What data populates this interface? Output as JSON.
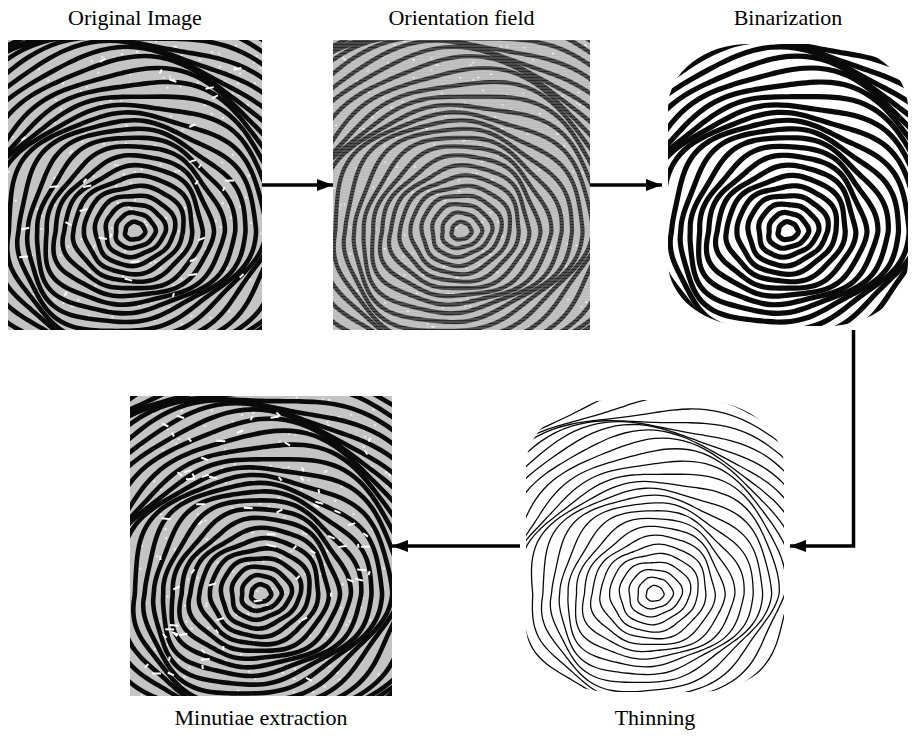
{
  "diagram": {
    "nodes": [
      {
        "text": [
          "Original Image"
        ]
      },
      {
        "text": [
          "Orientation field"
        ]
      },
      {
        "text": [
          "Binarization"
        ]
      },
      {
        "text": [
          "Minutiae extraction"
        ]
      },
      {
        "text": [
          "Thinning"
        ]
      }
    ],
    "edges": [
      {
        "from": 0,
        "to": 1,
        "arrow": "to"
      },
      {
        "from": 1,
        "to": 2,
        "arrow": "to"
      },
      {
        "from": 2,
        "to": 4,
        "arrow": "to"
      },
      {
        "from": 4,
        "to": 3,
        "arrow": "to"
      }
    ]
  }
}
